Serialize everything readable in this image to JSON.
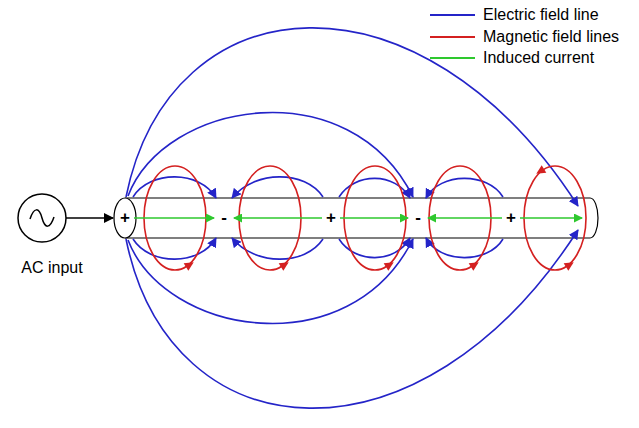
{
  "diagram": {
    "labels": [
      "+",
      "-",
      "+",
      "-",
      "+",
      "AC input"
    ],
    "legend": [
      {
        "text": "Electric field line"
      },
      {
        "text": "Magnetic field lines"
      },
      {
        "text": "Induced current"
      }
    ]
  }
}
